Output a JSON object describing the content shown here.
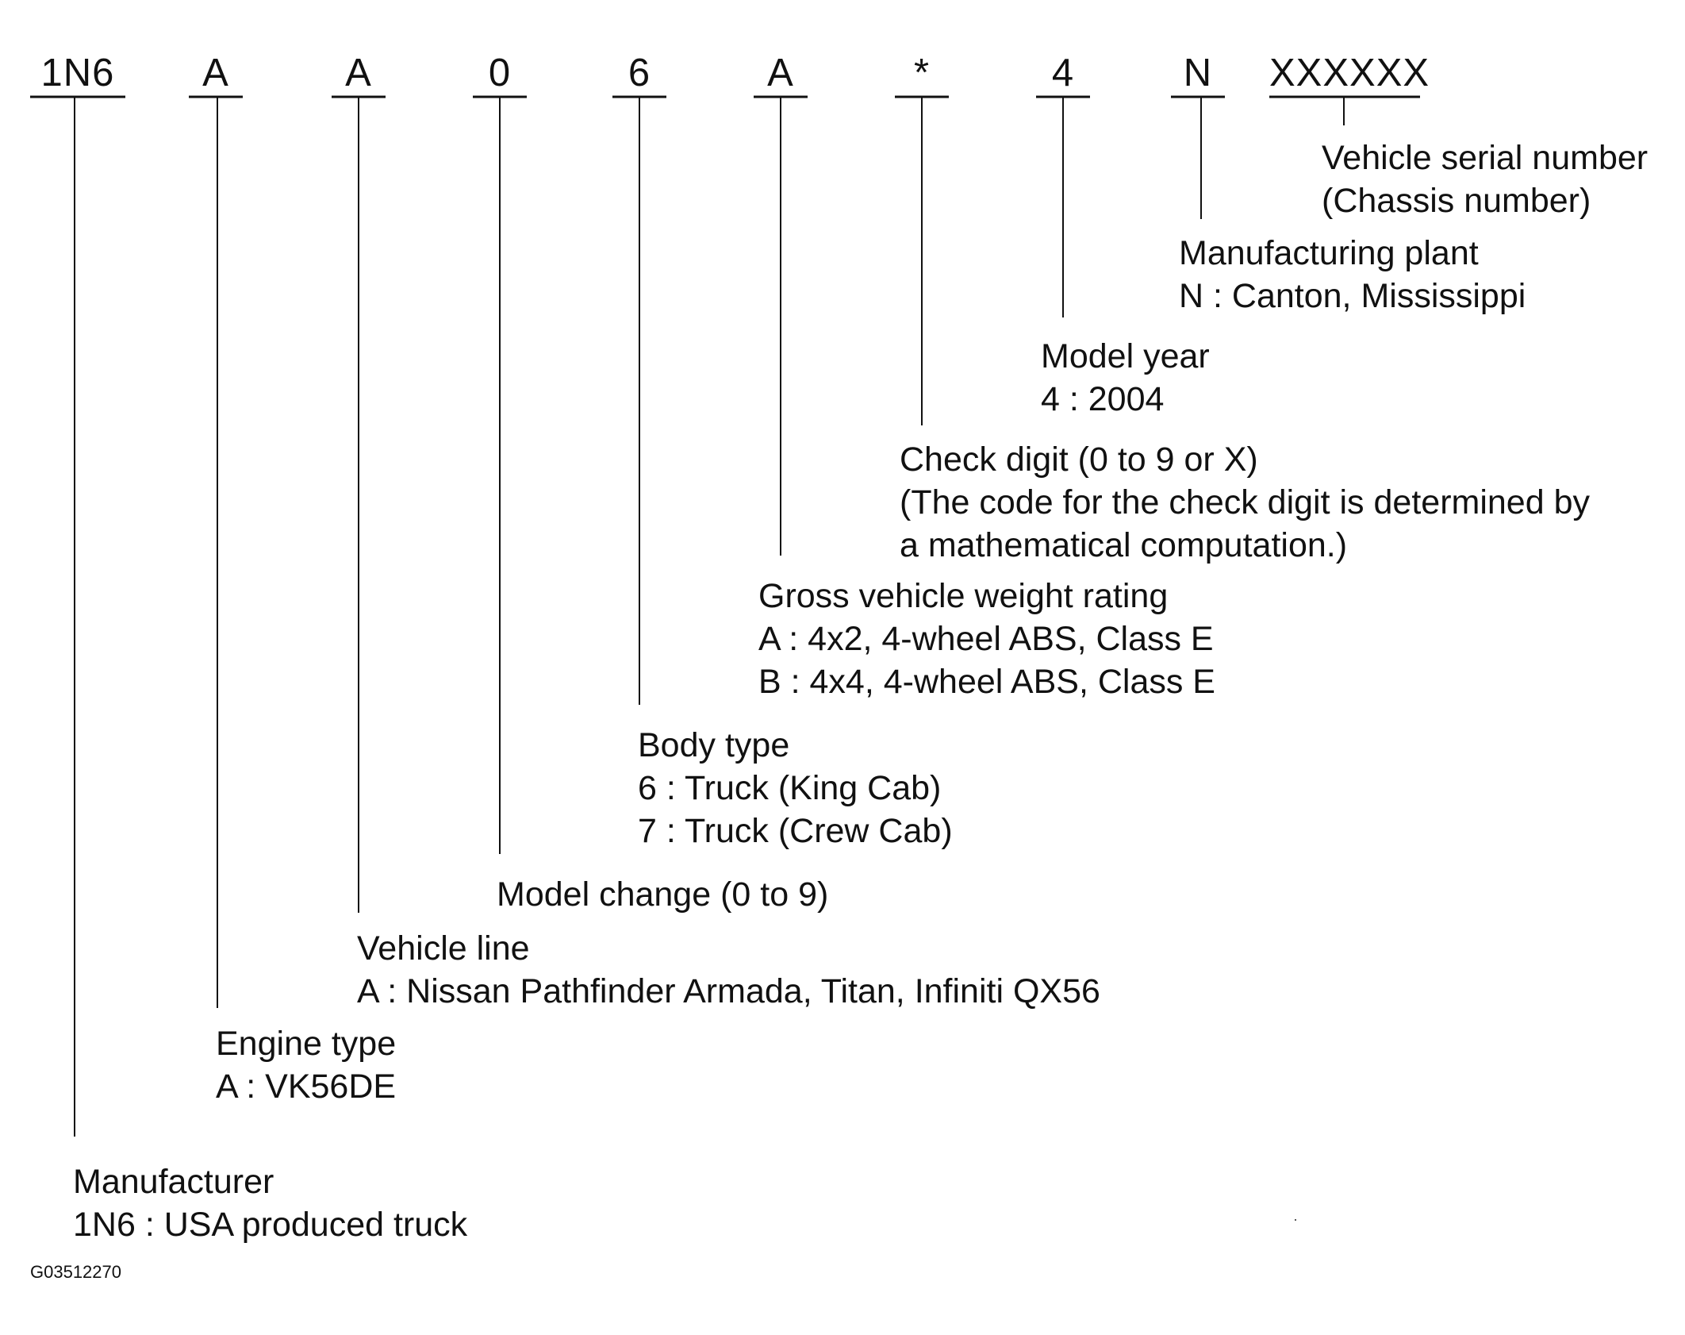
{
  "vin_segments": [
    {
      "char": "1N6",
      "label": "Manufacturer",
      "details": [
        "1N6 : USA produced truck"
      ]
    },
    {
      "char": "A",
      "label": "Engine type",
      "details": [
        "A : VK56DE"
      ]
    },
    {
      "char": "A",
      "label": "Vehicle line",
      "details": [
        "A : Nissan Pathfinder Armada, Titan, Infiniti QX56"
      ]
    },
    {
      "char": "0",
      "label": "Model change (0 to 9)",
      "details": []
    },
    {
      "char": "6",
      "label": "Body type",
      "details": [
        "6 : Truck (King Cab)",
        "7 : Truck (Crew Cab)"
      ]
    },
    {
      "char": "A",
      "label": "Gross vehicle weight rating",
      "details": [
        "A : 4x2, 4-wheel ABS, Class E",
        "B : 4x4, 4-wheel ABS, Class E"
      ]
    },
    {
      "char": "*",
      "label": "Check digit (0 to 9 or X)",
      "details": [
        "(The code for the check digit is determined by",
        "a mathematical computation.)"
      ]
    },
    {
      "char": "4",
      "label": "Model year",
      "details": [
        "4 : 2004"
      ]
    },
    {
      "char": "N",
      "label": "Manufacturing plant",
      "details": [
        "N : Canton, Mississippi"
      ]
    },
    {
      "char": "XXXXXX",
      "label": "Vehicle serial number",
      "details": [
        "(Chassis number)"
      ]
    }
  ],
  "figure_id": "G03512270"
}
